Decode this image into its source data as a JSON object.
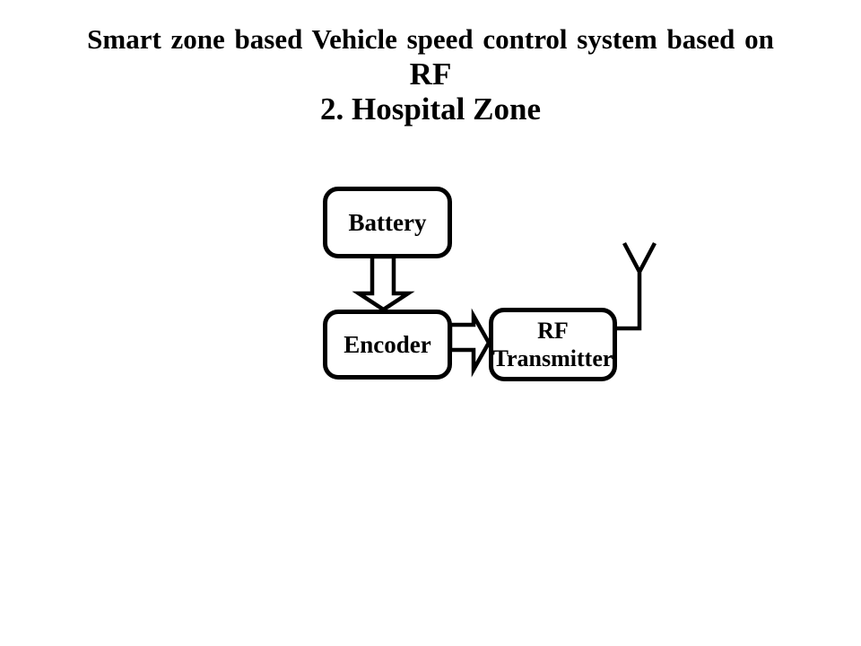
{
  "slide": {
    "background_color": "#ffffff",
    "ink_color": "#000000",
    "title": {
      "line1": "Smart zone based Vehicle speed control system based on",
      "line2": "RF",
      "line3": "2. Hospital Zone"
    },
    "diagram": {
      "nodes": [
        {
          "id": "battery",
          "label": "Battery"
        },
        {
          "id": "encoder",
          "label": "Encoder"
        },
        {
          "id": "rf-transmitter",
          "lines": [
            "RF",
            "Transmitter"
          ]
        }
      ],
      "connections": [
        {
          "from": "battery",
          "to": "encoder",
          "direction": "down",
          "style": "hollow-block-arrow"
        },
        {
          "from": "encoder",
          "to": "rf-transmitter",
          "direction": "right",
          "style": "hollow-block-arrow"
        }
      ],
      "icons": [
        {
          "name": "antenna-icon",
          "attached_to": "rf-transmitter"
        }
      ]
    }
  }
}
